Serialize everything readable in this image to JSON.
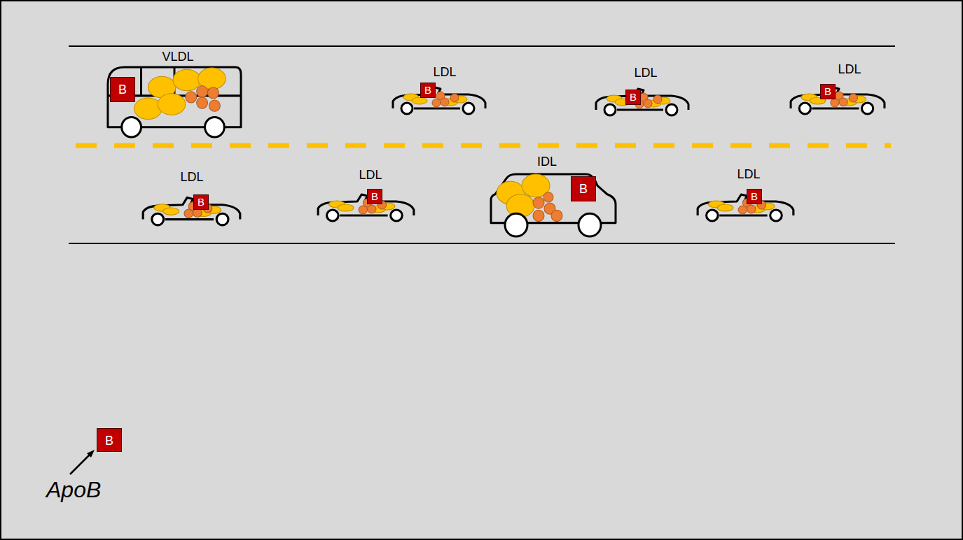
{
  "diagram": {
    "nodes": [
      {
        "text": [
          "VLDL",
          "B"
        ]
      },
      {
        "text": [
          "LDL",
          "B"
        ]
      },
      {
        "text": [
          "LDL",
          "B"
        ]
      },
      {
        "text": [
          "LDL",
          "B"
        ]
      },
      {
        "text": [
          "LDL",
          "B"
        ]
      },
      {
        "text": [
          "LDL",
          "B"
        ]
      },
      {
        "text": [
          "IDL",
          "B"
        ]
      },
      {
        "text": [
          "LDL",
          "B"
        ]
      },
      {
        "text": [
          "B"
        ]
      }
    ],
    "labels": [
      "ApoB"
    ]
  }
}
